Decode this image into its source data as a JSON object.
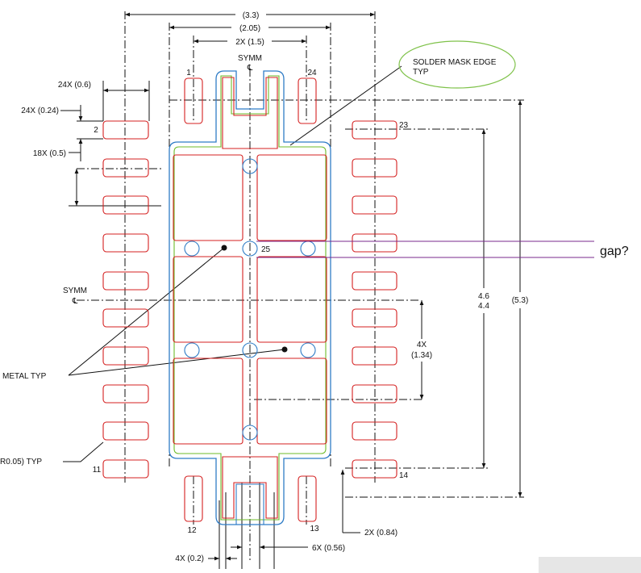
{
  "colors": {
    "pad": "#d42020",
    "outline_blue": "#2f7cc6",
    "outline_green": "#6dbb2a",
    "dim": "#111111",
    "gap_line": "#7a2a8c",
    "callout_ellipse": "#7fc24a"
  },
  "dimensions": {
    "total_width": "(3.3)",
    "inner_width": "(2.05)",
    "top_pitch": "2X (1.5)",
    "pad_length": "24X (0.6)",
    "pad_width": "24X (0.24)",
    "pitch": "18X (0.5)",
    "height_inner_top": "4.6",
    "height_inner_bottom": "4.4",
    "height_outer": "(5.3)",
    "thermal_pitch_count": "4X",
    "thermal_pitch": "(1.34)",
    "bottom_pad_height": "2X (0.84)",
    "bottom_slot_width": "4X (0.2)",
    "bottom_slot_pitch": "6X (0.56)"
  },
  "labels": {
    "symm_top": "SYMM",
    "symm_top_cl": "℄",
    "symm_left": "SYMM",
    "symm_left_cl": "℄",
    "solder_mask_line1": "SOLDER MASK EDGE",
    "solder_mask_line2": "TYP",
    "metal": "METAL TYP",
    "radius": "R0.05) TYP",
    "gap_question": "gap?"
  },
  "pins": {
    "p1": "1",
    "p2": "2",
    "p11": "11",
    "p12": "12",
    "p13": "13",
    "p14": "14",
    "p23": "23",
    "p24": "24",
    "p25": "25"
  }
}
